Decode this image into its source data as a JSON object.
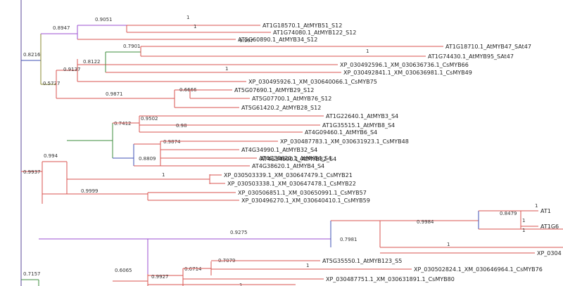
{
  "tree": {
    "leaves": [
      "AT1G18570.1_AtMYB51_S12",
      "AT1G74080.1_AtMYB122_S12",
      "AT5G60890.1_AtMYB34_S12",
      "AT1G18710.1_AtMYB47_SAt47",
      "AT1G74430.1_AtMYB95_SAt47",
      "XP_030492596.1_XM_030636736.1_CsMYB66",
      "XP_030492841.1_XM_030636981.1_CsMYB49",
      "XP_030495926.1_XM_030640066.1_CsMYB75",
      "AT5G07690.1_AtMYB29_S12",
      "AT5G07700.1_AtMYB76_S12",
      "AT5G61420.2_AtMYB28_S12",
      "AT1G22640.1_AtMYB3_S4",
      "AT1G35515.1_AtMYB8_S4",
      "AT4G09460.1_AtMYB6_S4",
      "AT2G16720.1_AtMYB7_S4",
      "XP_030487783.1_XM_030631923.1_CsMYB48",
      "AT4G34990.1_AtMYB32_S4",
      "AT4G38620.1_AtMYB4_S4",
      "XP_030503339.1_XM_030647479.1_CsMYB21",
      "XP_030503338.1_XM_030647478.1_CsMYB22",
      "XP_030506851.1_XM_030650991.1_CsMYB57",
      "XP_030496270.1_XM_030640410.1_CsMYB59",
      "AT1",
      "AT1G6",
      "XP_0304",
      "AT5G35550.1_AtMYB123_S5",
      "XP_030502824.1_XM_030646964.1_CsMYB76",
      "XP_030487751.1_XM_030631891.1_CsMYB80"
    ],
    "supports": [
      "0.9051",
      "0.8947",
      "0.8216",
      "0.997",
      "0.7901",
      "0.8122",
      "0.9137",
      "0.5737",
      "0.6666",
      "0.9871",
      "0.9502",
      "0.98",
      "0.7412",
      "0.9874",
      "0.8809",
      "0.994",
      "0.9937",
      "0.9999",
      "0.8479",
      "0.9984",
      "0.9275",
      "0.7981",
      "0.7079",
      "0.6714",
      "0.6065",
      "0.9927",
      "0.7157",
      "1"
    ],
    "colors": {
      "branch": "#d9534f",
      "purple": "#9b4fd0",
      "blue": "#3f51b5",
      "green": "#3c8d3c",
      "olive": "#8a8a30",
      "axis": "#5a4a9a"
    }
  }
}
